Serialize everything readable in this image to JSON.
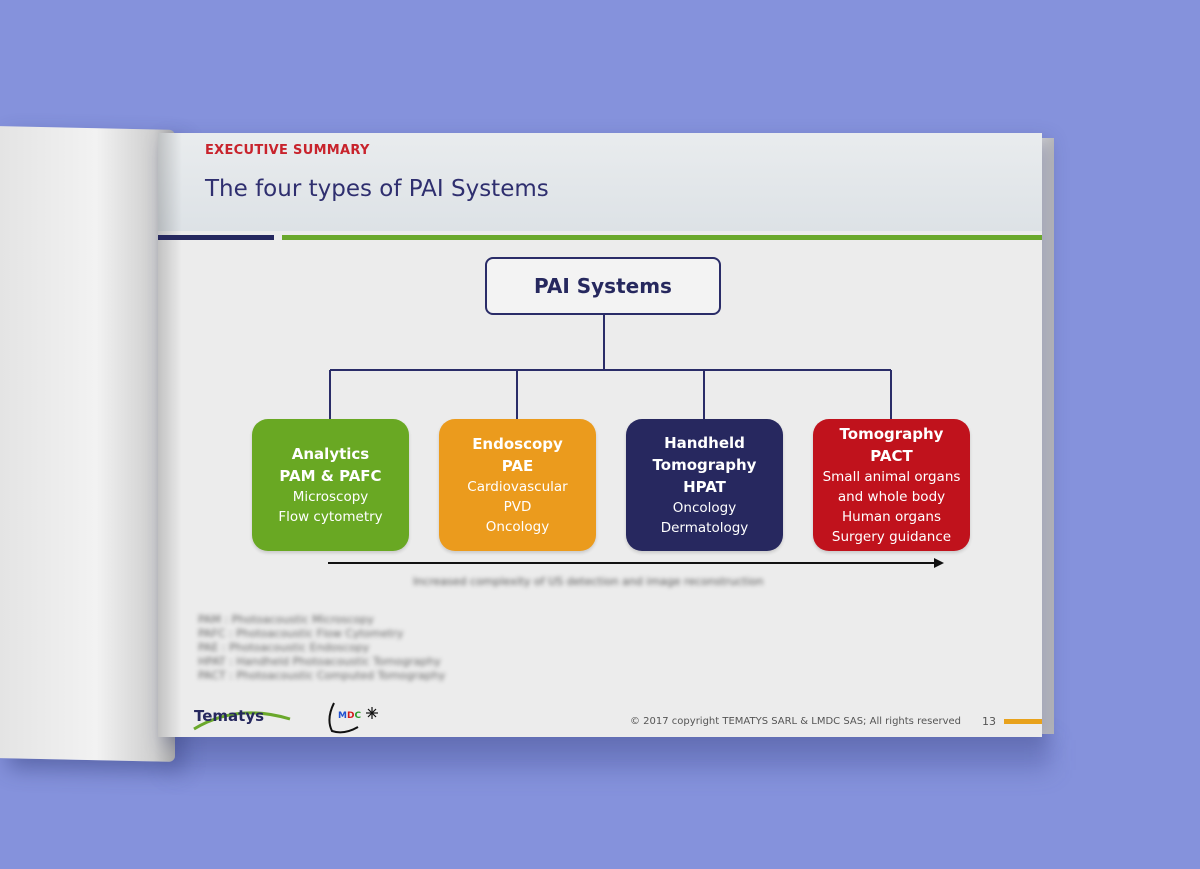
{
  "header": {
    "section": "EXECUTIVE SUMMARY",
    "title": "The four types of PAI Systems"
  },
  "diagram": {
    "root": "PAI Systems",
    "nodes": [
      {
        "title": [
          "Analytics",
          "PAM & PAFC"
        ],
        "details": [
          "Microscopy",
          "Flow cytometry"
        ],
        "color": "#69a823"
      },
      {
        "title": [
          "Endoscopy",
          "PAE"
        ],
        "details": [
          "Cardiovascular",
          "PVD",
          "Oncology"
        ],
        "color": "#eb9b1d"
      },
      {
        "title": [
          "Handheld",
          "Tomography",
          "HPAT"
        ],
        "details": [
          "Oncology",
          "Dermatology"
        ],
        "color": "#27285f"
      },
      {
        "title": [
          "Tomography",
          "PACT"
        ],
        "details": [
          "Small animal organs",
          "and whole body",
          "Human organs",
          "Surgery guidance"
        ],
        "color": "#c0121c"
      }
    ],
    "arrow_caption": "Increased complexity of US detection and image reconstruction"
  },
  "notes": [
    "PAM : Photoacoustic Microscopy",
    "PAFC : Photoacoustic Flow Cytometry",
    "PAE : Photoacoustic Endoscopy",
    "HPAT : Handheld Photoacoustic Tomography",
    "PACT : Photoacoustic Computed Tomography"
  ],
  "footer": {
    "logo1": "Tematys",
    "logo2": "LMDC",
    "copyright": "© 2017 copyright TEMATYS SARL & LMDC SAS; All rights reserved",
    "page_number": "13"
  },
  "colors": {
    "navy": "#26285e",
    "green": "#6aa82b",
    "red": "#c8232c",
    "orange": "#e8a21c"
  }
}
